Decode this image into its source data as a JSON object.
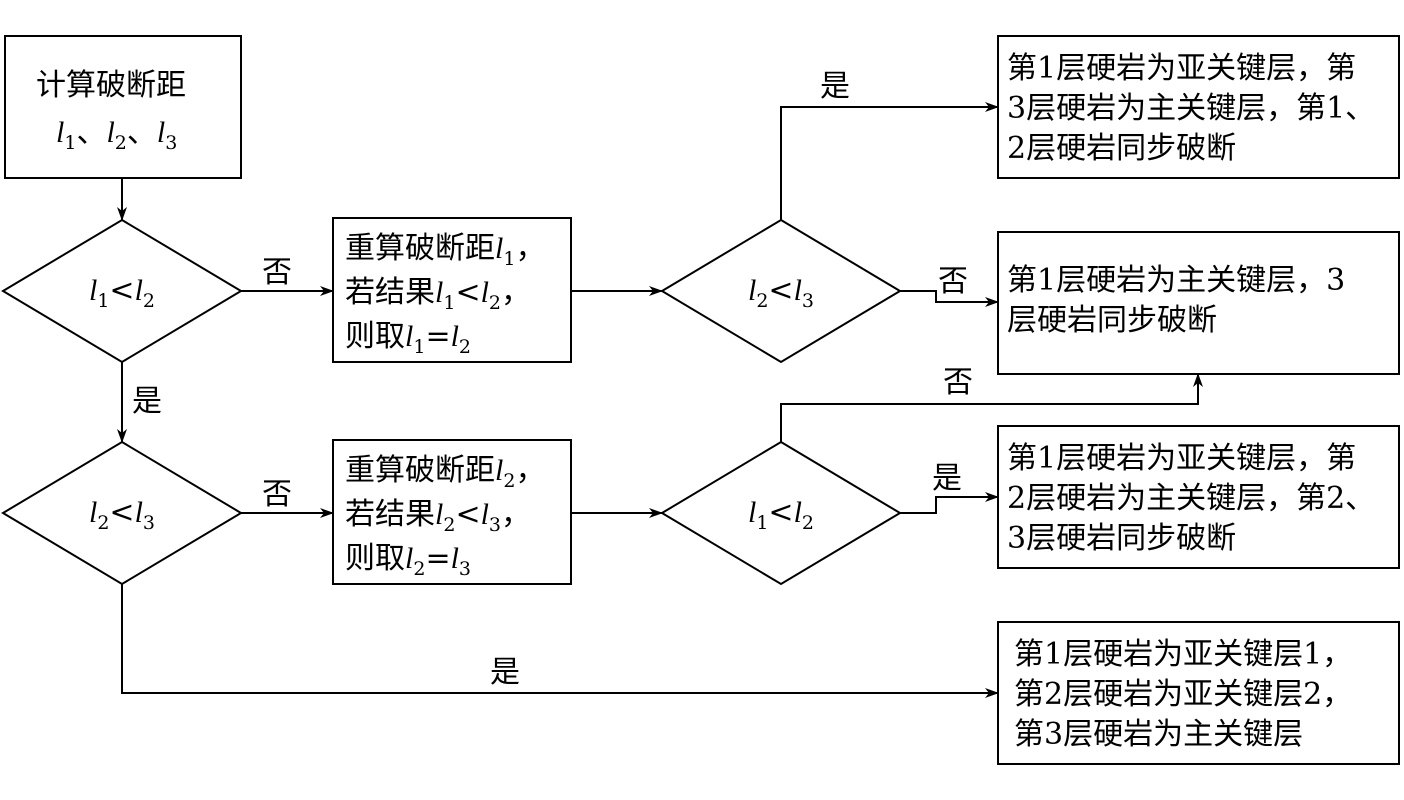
{
  "start_box": {
    "line1": "计算破断距",
    "line2_parts": [
      "l",
      "1",
      "、",
      "l",
      "2",
      "、",
      "l",
      "3"
    ]
  },
  "d1": {
    "parts": [
      "l",
      "1",
      "<",
      "l",
      "2"
    ]
  },
  "d2": {
    "parts": [
      "l",
      "2",
      "<",
      "l",
      "3"
    ]
  },
  "d3": {
    "parts": [
      "l",
      "2",
      "<",
      "l",
      "3"
    ]
  },
  "d4": {
    "parts": [
      "l",
      "1",
      "<",
      "l",
      "2"
    ]
  },
  "recalc1": {
    "l1_text": "重算破断距",
    "l1_var": "l",
    "l1_sub": "1",
    "l1_end": "，",
    "l2_text": "若结果",
    "l2_parts": [
      "l",
      "1",
      "<",
      "l",
      "2"
    ],
    "l2_end": "，",
    "l3_text": "则取",
    "l3_parts": [
      "l",
      "1",
      "=",
      "l",
      "2"
    ]
  },
  "recalc2": {
    "l1_text": "重算破断距",
    "l1_var": "l",
    "l1_sub": "2",
    "l1_end": "，",
    "l2_text": "若结果",
    "l2_parts": [
      "l",
      "2",
      "<",
      "l",
      "3"
    ],
    "l2_end": "，",
    "l3_text": "则取",
    "l3_parts": [
      "l",
      "2",
      "=",
      "l",
      "3"
    ]
  },
  "result1": {
    "lines": [
      "第1层硬岩为亚关键层，第",
      "3层硬岩为主关键层，第1、",
      "2层硬岩同步破断"
    ]
  },
  "result2": {
    "lines": [
      "第1层硬岩为主关键层，3",
      "层硬岩同步破断"
    ]
  },
  "result3": {
    "lines": [
      "第1层硬岩为亚关键层，第",
      "2层硬岩为主关键层，第2、",
      "3层硬岩同步破断"
    ]
  },
  "result4": {
    "lines": [
      "第1层硬岩为亚关键层1，",
      "第2层硬岩为亚关键层2，",
      "第3层硬岩为主关键层"
    ]
  },
  "labels": {
    "d1_no": "否",
    "d1_yes": "是",
    "d2_no": "否",
    "d2_yes": "是",
    "d3_yes": "是",
    "d3_no": "否",
    "d4_no": "否",
    "d4_yes": "是"
  }
}
